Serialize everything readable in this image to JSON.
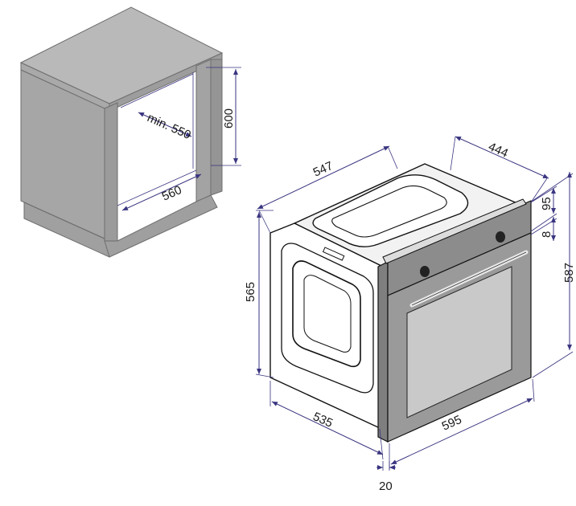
{
  "cabinet": {
    "depth_label": "min. 550",
    "width_label": "560",
    "height_label": "600"
  },
  "oven": {
    "depth_total_label": "547",
    "depth_body_label": "444",
    "height_body_label": "565",
    "height_total_label": "587",
    "panel_label": "95",
    "gap_label": "8",
    "depth_side_label": "535",
    "width_front_label": "595",
    "front_thickness_label": "20"
  },
  "colors": {
    "dimension_line": "#3a3580",
    "cabinet_top": "#b9b9b9",
    "cabinet_front": "#a6a6a6",
    "cabinet_side": "#999999",
    "oven_front": "#9a9a9a",
    "oven_glass": "#c9c9c9"
  }
}
